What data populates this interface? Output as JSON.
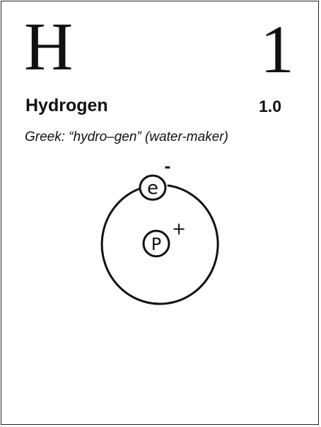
{
  "element": {
    "symbol": "H",
    "atomic_number": "1",
    "name": "Hydrogen",
    "atomic_mass": "1.0",
    "etymology": "Greek: “hydro–gen” (water-maker)"
  },
  "diagram": {
    "electron_label": "e",
    "electron_charge": "-",
    "proton_label": "P",
    "proton_charge": "+"
  }
}
